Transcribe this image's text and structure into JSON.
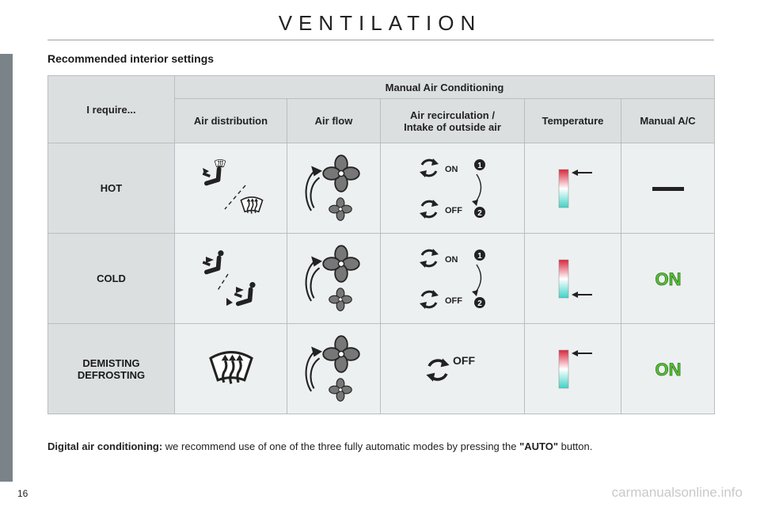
{
  "page": {
    "title": "VENTILATION",
    "section_heading": "Recommended interior settings",
    "page_number": "16",
    "watermark": "carmanualsonline.info"
  },
  "table": {
    "require_header": "I require...",
    "group_header": "Manual Air Conditioning",
    "columns": [
      "Air distribution",
      "Air flow",
      "Air recirculation /",
      "Intake of outside air",
      "Temperature",
      "Manual A/C"
    ],
    "rows": [
      {
        "label_lines": [
          "HOT"
        ],
        "recirc_on": "ON",
        "recirc_off": "OFF",
        "step1": "1",
        "step2": "2",
        "ac": "—"
      },
      {
        "label_lines": [
          "COLD"
        ],
        "recirc_on": "ON",
        "recirc_off": "OFF",
        "step1": "1",
        "step2": "2",
        "ac": "ON"
      },
      {
        "label_lines": [
          "DEMISTING",
          "DEFROSTING"
        ],
        "recirc_off": "OFF",
        "ac": "ON"
      }
    ]
  },
  "note": {
    "bold_lead": "Digital air conditioning:",
    "text": " we recommend use of one of the three fully automatic modes by pressing the ",
    "button": "\"AUTO\"",
    "tail": " button."
  },
  "colors": {
    "side_strip": "#7a8488",
    "temp_hot": "#d9263e",
    "temp_cold": "#3fd3c6",
    "on_badge": "#5cbf3a"
  },
  "icons": [
    "seat-airflow-icon",
    "windscreen-defrost-icon",
    "fan-icon",
    "recirculation-icon",
    "temperature-bar-icon",
    "arrow-left-icon"
  ]
}
